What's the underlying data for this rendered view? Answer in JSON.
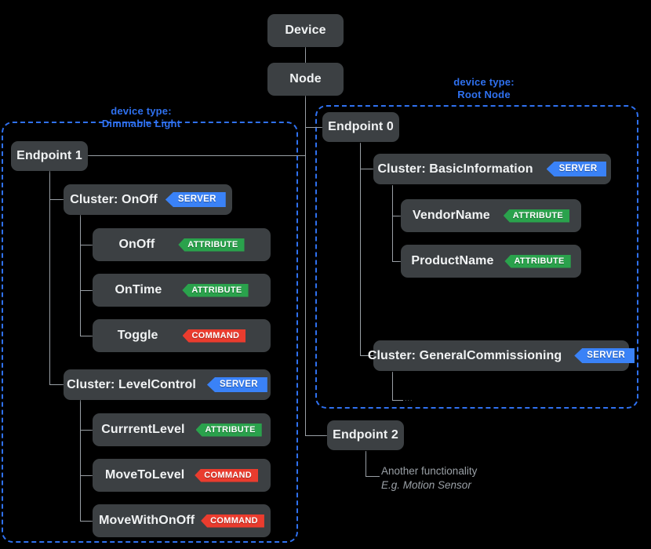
{
  "diagram": {
    "title_nodes": {
      "device": "Device",
      "node": "Node"
    },
    "groups": [
      {
        "id": "dimmable-light",
        "label_prefix": "device type:",
        "label_name": "Dimmable Light",
        "color": "#2f71f0"
      },
      {
        "id": "root-node",
        "label_prefix": "device type:",
        "label_name": "Root Node",
        "color": "#2f71f0"
      }
    ],
    "endpoints": {
      "endpoint1": "Endpoint 1",
      "endpoint0": "Endpoint 0",
      "endpoint2": "Endpoint 2"
    },
    "clusters": {
      "onoff": "Cluster: OnOff",
      "levelcontrol": "Cluster: LevelControl",
      "basicinformation": "Cluster: BasicInformation",
      "generalcommissioning": "Cluster: GeneralCommissioning"
    },
    "items": {
      "onoff_attr": "OnOff",
      "ontime_attr": "OnTime",
      "toggle_cmd": "Toggle",
      "currentlevel_attr": "CurrrentLevel",
      "movetolevel_cmd": "MoveToLevel",
      "movewithonoff_cmd": "MoveWithOnOff",
      "vendorname_attr": "VendorName",
      "productname_attr": "ProductName",
      "ellipsis": "..."
    },
    "badges": {
      "server": "SERVER",
      "attribute": "ATTRIBUTE",
      "command": "COMMAND"
    },
    "annotations": {
      "endpoint2_line1": "Another functionality",
      "endpoint2_line2": "E.g. Motion Sensor"
    },
    "colors": {
      "background": "#000000",
      "node_fill": "#3c4043",
      "node_text": "#f1f3f4",
      "connector": "#9aa0a6",
      "group_border": "#2f71f0",
      "server_badge": "#3a82f7",
      "attribute_badge": "#2aa24c",
      "command_badge": "#ea3c2e",
      "annotation_text": "#9aa0a6"
    }
  }
}
